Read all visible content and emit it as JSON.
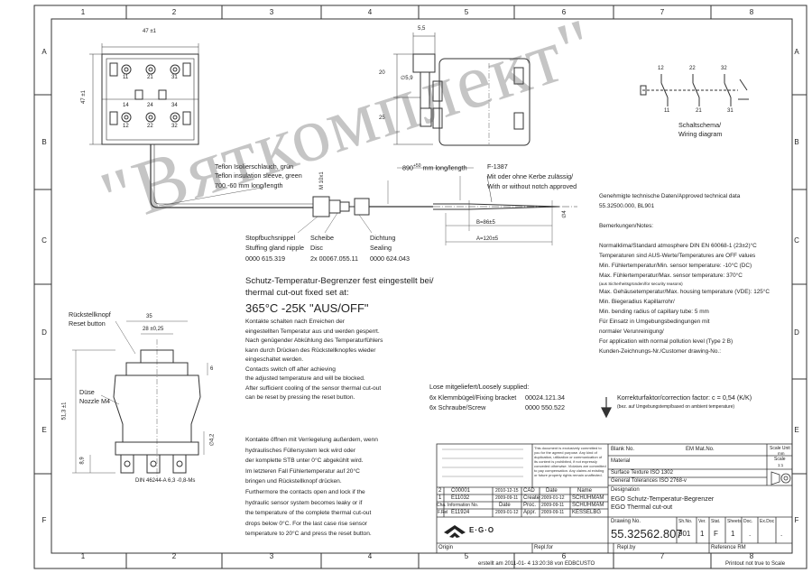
{
  "frame": {
    "columns": [
      "1",
      "2",
      "3",
      "4",
      "5",
      "6",
      "7",
      "8"
    ],
    "rows": [
      "A",
      "B",
      "C",
      "D",
      "E",
      "F"
    ]
  },
  "dims": {
    "top_width": "47 ±1",
    "top_height": "47 ±1",
    "dim_55": "5,5",
    "dim_20": "20",
    "dim_25": "25",
    "dim_o59": "∅5,9",
    "capillary_len": "890",
    "capillary_tol": "+50",
    "capillary_unit": "mm long/length",
    "dim_m10": "M 10x1",
    "b_len": "B=86±5",
    "a_len": "A=120±5",
    "dim_o4": "∅4",
    "reset_35": "35",
    "reset_28": "28 ±0,25",
    "reset_6": "6",
    "height_513": "51,3 ±1",
    "dim_o42": "∅4,2",
    "dim_89": "8,9",
    "din": "DIN 46244-A 6,3 -0,8-Ms"
  },
  "labels": {
    "teflon_de": "Teflon Isolierschlauch, grün",
    "teflon_en": "Teflon insulation sleeve, green",
    "teflon_len": "700 -60 mm long/length",
    "f1387": "F-1387",
    "notch_de": "Mit oder ohne Kerbe zulässig/",
    "notch_en": "With or without notch approved",
    "nipple_de": "Stopfbuchsnippel",
    "nipple_en": "Stuffing gland nipple",
    "nipple_no": "0000 615.319",
    "disc_de": "Scheibe",
    "disc_en": "Disc",
    "disc_no": "2x 00067.055.11",
    "seal_de": "Dichtung",
    "seal_en": "Sealing",
    "seal_no": "0000 624.043",
    "schema_de": "Schaltschema/",
    "schema_en": "Wiring diagram",
    "reset_de": "Rückstellknopf",
    "reset_en": "Reset button",
    "nozzle_de": "Düse",
    "nozzle_en": "Nozzle M4",
    "top_terms": [
      "11",
      "21",
      "31",
      "14",
      "24",
      "34",
      "12",
      "22",
      "32"
    ],
    "schema_terms_top": [
      "12",
      "22",
      "32"
    ],
    "schema_terms_bot": [
      "11",
      "21",
      "31"
    ]
  },
  "main_text": {
    "heading_de": "Schutz-Temperatur-Begrenzer fest eingestellt bei/",
    "heading_en": "thermal cut-out fixed set at:",
    "setpoint": "365°C -25K \"AUS/OFF\"",
    "para1": [
      "Kontakte schalten nach Erreichen der",
      "eingestellten Temperatur aus und werden gesperrt.",
      "Nach genügender Abkühlung des Temperaturfühlers",
      "kann durch Drücken des Rückstellknopfes wieder",
      "eingeschaltet werden.",
      "Contacts switch off after achieving",
      "the adjusted temperature and will be blocked.",
      "After sufficient cooling of the sensor thermal cut-out",
      "can be reset by pressing the reset button."
    ],
    "para2": [
      "Kontakte öffnen mit Verriegelung außerdem, wenn",
      "hydraulisches Füllersystem leck wird oder",
      "der komplette STB unter 0°C abgekühlt wird.",
      "Im letzteren Fall Fühlertemperatur auf 20°C",
      "bringen und Rückstellknopf drücken.",
      "Furthermore the contacts open and lock if the",
      "hydraulic sensor system becomes leaky or if",
      "the temperature of the complete thermal cut-out",
      "drops below 0°C. For the last case rise sensor",
      "temperature to 20°C and press the reset button."
    ]
  },
  "loose": {
    "title": "Lose mitgeliefert/Loosely supplied:",
    "items": [
      {
        "qty": "6x Klemmbügel/Fixing bracket",
        "no": "00024.121.34"
      },
      {
        "qty": "6x Schraube/Screw",
        "no": "0000 550.522"
      }
    ]
  },
  "tech": {
    "lines": [
      "Genehmigte technische Daten/Approved technical data",
      "55.32500.000, BL901",
      "",
      "Bemerkungen/Notes:",
      "",
      "Normalklima/Standard atmosphere DIN EN 60068-1 (23±2)°C",
      "Temperaturen sind AUS-Werte/Temperatures are OFF values",
      "Min. Fühlertemperatur/Min. sensor temperature: -10°C (DC)",
      "Max. Fühlertemperatur/Max. sensor temperature: 370°C",
      "",
      "Max. Gehäusetemperatur/Max. housing temperature (VDE): 125°C",
      "Min. Biegeradius Kapillarrohr/",
      "Min. bending radius of capillary tube: 5 mm",
      "Für Einsatz in Umgebungsbedingungen mit",
      "normaler Verunreinigung/",
      "For application with normal pollution level (Type 2 B)",
      "Kunden-Zeichnungs-Nr./Customer drawing-No.:"
    ],
    "tiny_note": "(aus Sicherheitsgründen/for security reasons)",
    "correction": "Korrekturfaktor/correction factor: c = 0,54 (K/K)",
    "correction_note": "(bez. auf Umgebungstemp/based on ambient temperature)"
  },
  "watermark": "\"Вяткомплект\"",
  "title_block": {
    "legal": "This document is exclusively committed to you for the agreed purpose. Any kind of duplication, utilization or communication of its content is prohibited, if not expressly conceded otherwise. Violators are committed to pay compensation. Any claims at existing or future property rights remain unaffected.",
    "blank_no": "Blank No.",
    "em_mat": "EM Mat.No.",
    "material": "Material",
    "scale_unit": "Scale Unit",
    "unit_val": "mm",
    "scale": "Scale",
    "scale_val": "1:1",
    "surface": "Surface Texture ISO 1302",
    "tolerances": "General Tolerances  ISO 2768-v",
    "designation": "Designation",
    "desig_de": "EGO Schutz-Temperatur-Begrenzer",
    "desig_en": "EGO Thermal cut-out",
    "revisions": [
      {
        "n": "2",
        "info": "C00001",
        "date": "2010-12-15",
        "cad": "CAD",
        "cdate": "Date",
        "name": "Name"
      },
      {
        "n": "1",
        "info": "E11032",
        "date": "2009-09-11",
        "cad": "Create",
        "cdate": "2009-01-12",
        "name": "SCHUHMAM"
      },
      {
        "n": "F.Rel",
        "info": "E11924",
        "date": "2009-01-12",
        "cad": "Proc.",
        "cdate": "2009-09-11",
        "name": "SCHUHMAM"
      }
    ],
    "rev_header": {
      "n": "Cha.",
      "info": "Information No.",
      "date": "Date",
      "cad": "Appr.",
      "cdate": "2009-09-11",
      "name": "KESSELBG"
    },
    "brand": "E·G·O",
    "drawing_no_label": "Drawing No.",
    "drawing_no": "55.32562.807",
    "shno_label": "Sh.No.",
    "shno": "901",
    "ver_label": "Ver.",
    "ver": "1",
    "stat_label": "Stat.",
    "stat": "F",
    "sheets_label": "Sheets",
    "sheets": "1",
    "doc_label": "Doc.",
    "doc": ".",
    "exdoc_label": "Ex.Doc",
    "exdoc": ".",
    "origin": "Origin",
    "replfor": "Repl.for",
    "replby": "Repl.by",
    "reference": "Reference RM"
  },
  "footer": {
    "created": "erstellt am 2011-01- 4  13:20:38  von EDBCUSTO",
    "printout": "Printout not true to Scale"
  }
}
